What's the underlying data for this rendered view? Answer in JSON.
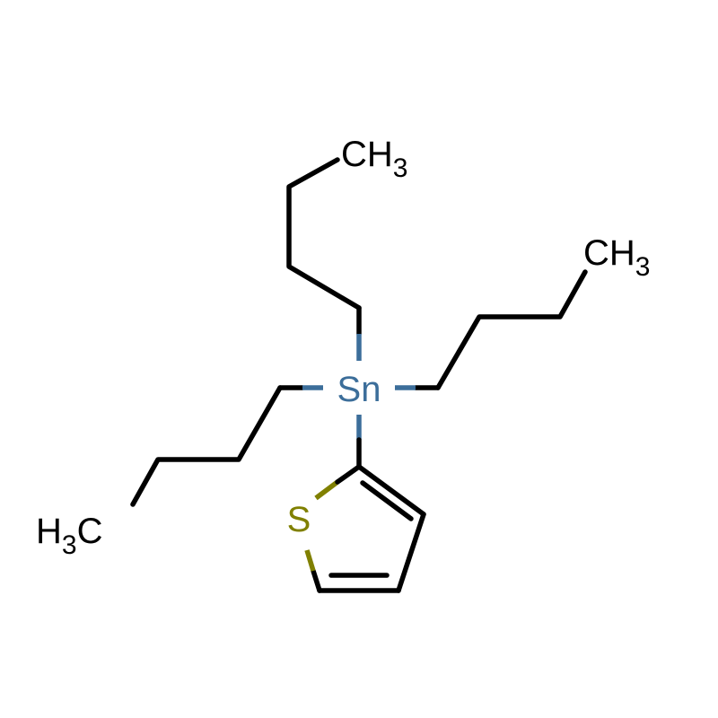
{
  "molecule": {
    "atoms": {
      "tin": "Sn",
      "sulfur": "S",
      "methyl_top": {
        "main": "CH",
        "sub": "3"
      },
      "methyl_right": {
        "main": "CH",
        "sub": "3"
      },
      "methyl_left": {
        "main": "H",
        "sub": "3",
        "tail": "C"
      }
    },
    "colors": {
      "bond": "#000000",
      "tin": "#3c6e9a",
      "sulfur": "#808000",
      "carbon": "#000000"
    }
  }
}
